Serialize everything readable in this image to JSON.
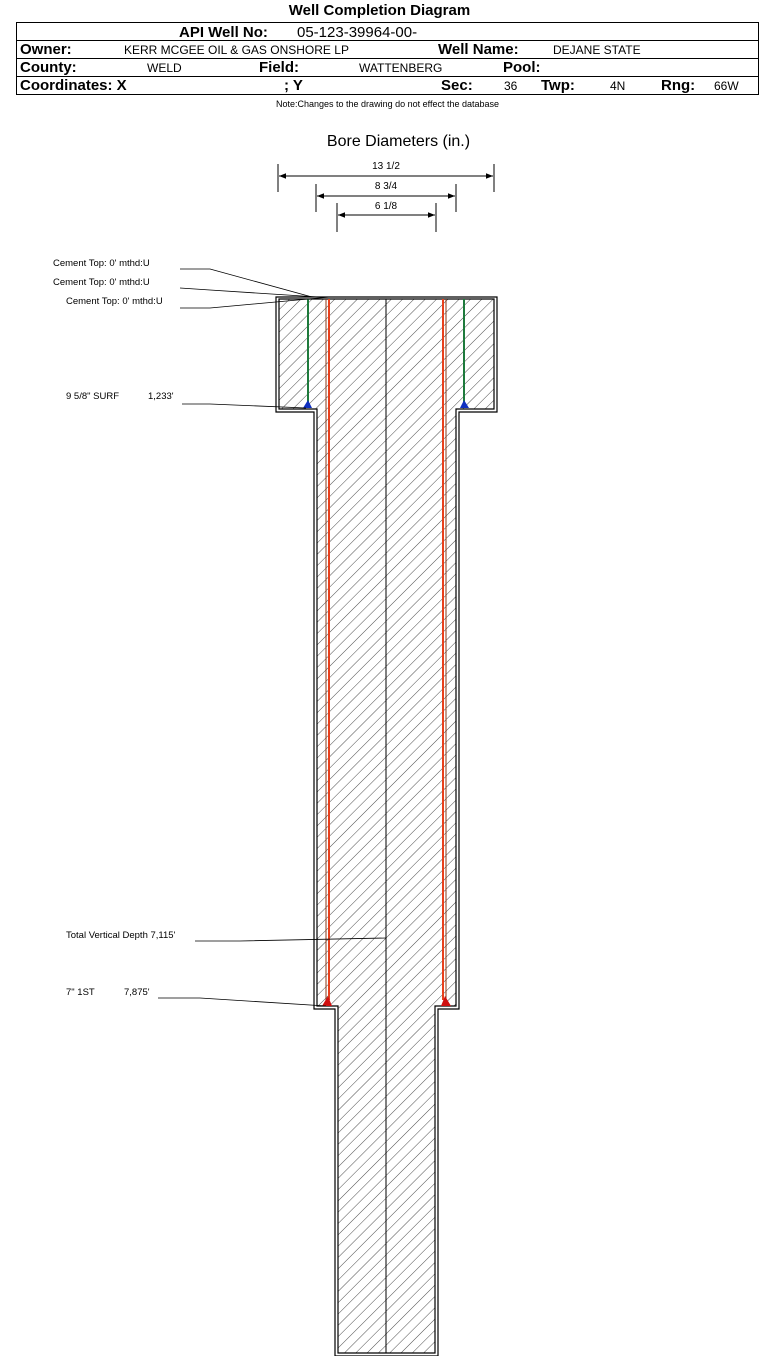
{
  "title": "Well Completion Diagram",
  "header": {
    "api_label": "API Well No:",
    "api_value": "05-123-39964-00-",
    "owner_label": "Owner:",
    "owner_value": "KERR MCGEE OIL & GAS ONSHORE LP",
    "wellname_label": "Well Name:",
    "wellname_value": "DEJANE STATE",
    "county_label": "County:",
    "county_value": "WELD",
    "field_label": "Field:",
    "field_value": "WATTENBERG",
    "pool_label": "Pool:",
    "pool_value": "",
    "coord_label": "Coordinates: X",
    "coord_y_label": "; Y",
    "sec_label": "Sec:",
    "sec_value": "36",
    "twp_label": "Twp:",
    "twp_value": "4N",
    "rng_label": "Rng:",
    "rng_value": "66W"
  },
  "note": "Note:Changes to the drawing do not effect the database",
  "bore": {
    "title": "Bore Diameters (in.)",
    "diameters": [
      "13 1/2",
      "8 3/4",
      "6 1/8"
    ]
  },
  "annotations": {
    "cement_top_1": "Cement Top: 0' mthd:U",
    "cement_top_2": "Cement Top: 0' mthd:U",
    "cement_top_3": "Cement Top: 0' mthd:U",
    "surface_casing_name": "9 5/8\" SURF",
    "surface_casing_depth": "1,233'",
    "tvd": "Total Vertical Depth 7,115'",
    "prod_casing_name": "7\" 1ST",
    "prod_casing_depth": "7,875'"
  },
  "colors": {
    "surface_casing": "#1e7a3c",
    "production_casing": "#e8401c",
    "shoe_surface": "#1030c0",
    "shoe_production": "#d01010"
  }
}
